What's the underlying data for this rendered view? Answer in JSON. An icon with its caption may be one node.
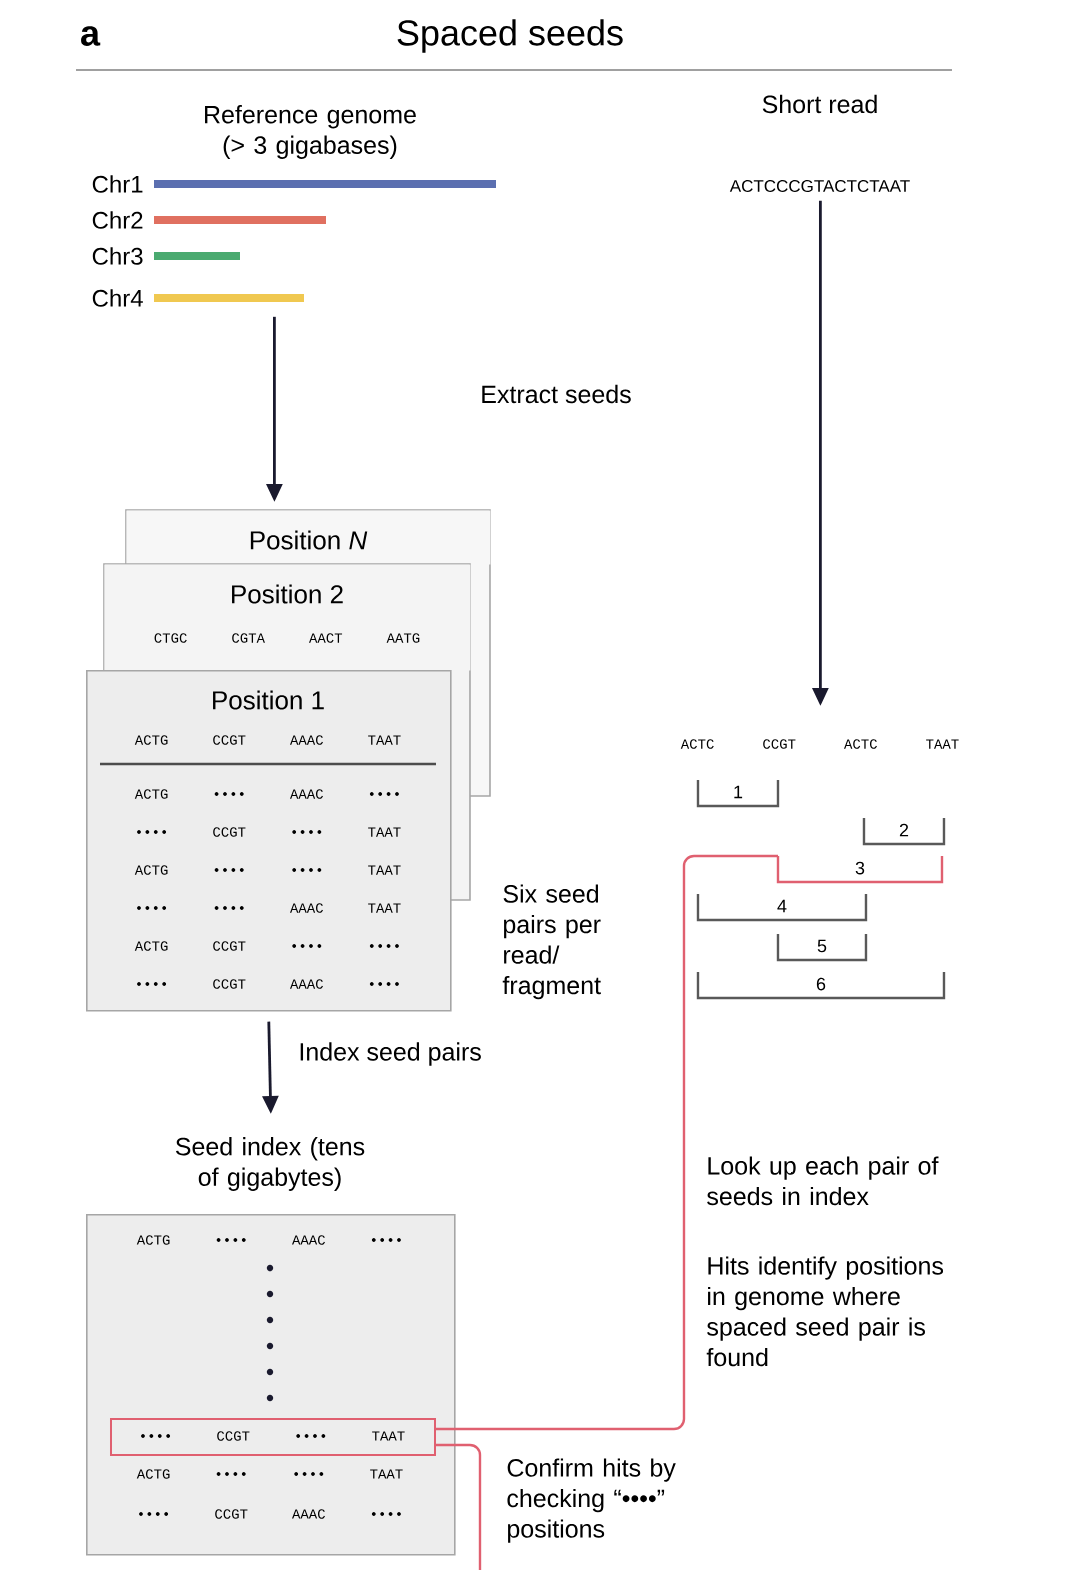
{
  "diagram": {
    "title": "Spaced seeds",
    "nodes": [
      {
        "text": [
          "Reference genome (> 3 gigabases)",
          "Chr1",
          "Chr2",
          "Chr3",
          "Chr4"
        ]
      },
      {
        "text": [
          "Short read",
          "ACTCCCGTACTCTAAT"
        ]
      },
      {
        "text": [
          "Position *N*"
        ]
      },
      {
        "text": [
          "Position 2",
          "CTGC CGTA AACT AATG"
        ]
      },
      {
        "text": [
          "Position 1",
          "ACTG CCGT AAAC TAAT",
          "ACTG •••• AAAC ••••",
          "•••• CCGT •••• TAAT",
          "ACTG •••• •••• TAAT",
          "•••• •••• AAAC TAAT",
          "ACTG CCGT •••• ••••",
          "•••• CCGT AAAC ••••"
        ]
      },
      {
        "text": [
          "ACTC CCGT ACTC TAAT"
        ]
      },
      {
        "text": [
          "1"
        ]
      },
      {
        "text": [
          "2"
        ]
      },
      {
        "text": [
          "3"
        ]
      },
      {
        "text": [
          "4"
        ]
      },
      {
        "text": [
          "5"
        ]
      },
      {
        "text": [
          "6"
        ]
      },
      {
        "text": [
          "Seed index (tens of gigabytes)",
          "ACTG •••• AAAC ••••",
          "ACTG •••• •••• TAAT",
          "•••• CCGT AAAC ••••"
        ]
      },
      {
        "text": [
          "•••• CCGT •••• TAAT"
        ],
        "in": 12
      }
    ],
    "edges": [
      {
        "from": 0,
        "to": 2,
        "arrow": "to"
      },
      {
        "from": 1,
        "to": 5,
        "arrow": "to"
      },
      {
        "from": 4,
        "to": 12,
        "arrow": "to",
        "label": "Index seed pairs"
      },
      {
        "from": 8,
        "to": 13,
        "arrow": "none",
        "color": "#e06070"
      },
      {
        "from": 13,
        "to": null,
        "arrow": "none",
        "color": "#e06070"
      }
    ],
    "labels": [
      "a",
      "Extract seeds",
      "Six seed pairs per read/ fragment",
      "Look up each pair of seeds in index",
      "Hits identify positions in genome where spaced seed pair is found",
      "Confirm hits by checking “••••” positions"
    ]
  }
}
